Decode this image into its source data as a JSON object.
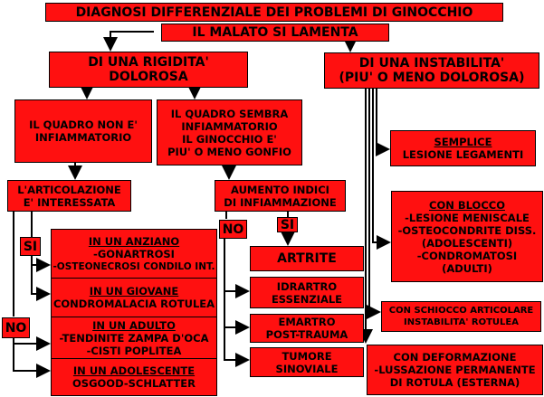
{
  "title": "DIAGNOSI DIFFERENZIALE DEI PROBLEMI DI GINOCCHIO",
  "root": "IL MALATO SI LAMENTA",
  "rigidita": [
    "DI UNA RIGIDITA'",
    "DOLOROSA"
  ],
  "instabilita": [
    "DI UNA INSTABILITA'",
    "(PIU' O MENO DOLOROSA)"
  ],
  "quadro_non": [
    "IL QUADRO NON E'",
    "INFIAMMATORIO"
  ],
  "quadro_sembra": [
    "IL QUADRO SEMBRA",
    "INFIAMMATORIO",
    "IL GINOCCHIO E'",
    "PIU' O MENO GONFIO"
  ],
  "semplice": [
    "SEMPLICE",
    "LESIONE LEGAMENTI"
  ],
  "articolazione": [
    "L'ARTICOLAZIONE",
    "E' INTERESSATA"
  ],
  "aumento": [
    "AUMENTO INDICI",
    "DI INFIAMMAZIONE"
  ],
  "blocco": [
    "CON BLOCCO",
    "-LESIONE MENISCALE",
    "-OSTEOCONDRITE DISS.",
    "(ADOLESCENTI)",
    "-CONDROMATOSI",
    "(ADULTI)"
  ],
  "si": "SI",
  "no": "NO",
  "artrite": "ARTRITE",
  "anziano": [
    "IN UN ANZIANO",
    "-GONARTROSI",
    "-OSTEONECROSI CONDILO INT."
  ],
  "giovane": [
    "IN UN GIOVANE",
    "CONDROMALACIA ROTULEA"
  ],
  "adulto": [
    "IN UN ADULTO",
    "-TENDINITE ZAMPA D'OCA",
    "-CISTI POPLITEA"
  ],
  "adolescente": [
    "IN UN ADOLESCENTE",
    "OSGOOD-SCHLATTER"
  ],
  "idrartro": [
    "IDRARTRO",
    "ESSENZIALE"
  ],
  "emartro": [
    "EMARTRO",
    "POST-TRAUMA"
  ],
  "tumore": [
    "TUMORE",
    "SINOVIALE"
  ],
  "schiocco": [
    "CON SCHIOCCO ARTICOLARE",
    "INSTABILITA' ROTULEA"
  ],
  "deformazione": [
    "CON DEFORMAZIONE",
    "-LUSSAZIONE PERMANENTE",
    "DI ROTULA (ESTERNA)"
  ],
  "colors": {
    "box": "#ff1010",
    "line": "#000000"
  }
}
